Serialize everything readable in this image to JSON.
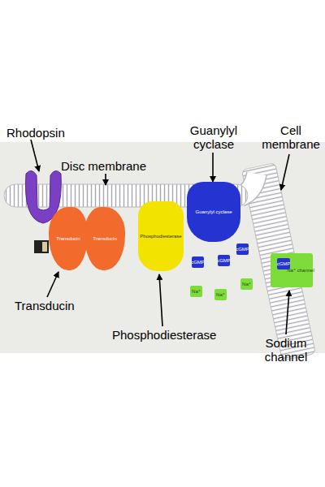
{
  "diagram": {
    "nodes": [
      {
        "text": [
          "Transducin"
        ]
      },
      {
        "text": [
          "Transducin"
        ]
      },
      {
        "text": [
          "Phosphodiesterase"
        ]
      },
      {
        "text": [
          "Guanylyl cyclase"
        ]
      },
      {
        "text": [
          "cGMP"
        ]
      },
      {
        "text": [
          "cGMP"
        ]
      },
      {
        "text": [
          "cGMP"
        ]
      },
      {
        "text": [
          "Na⁺"
        ]
      },
      {
        "text": [
          "Na⁺"
        ]
      },
      {
        "text": [
          "Na⁺"
        ]
      },
      {
        "text": [
          "Na⁺ channel"
        ]
      },
      {
        "text": [
          "cGMP"
        ],
        "in": 10
      }
    ],
    "labels": [
      "Rhodopsin",
      "Disc membrane",
      "Guanylyl cyclase",
      "Cell membrane",
      "Transducin",
      "Phosphodiesterase",
      "Sodium channel"
    ]
  }
}
